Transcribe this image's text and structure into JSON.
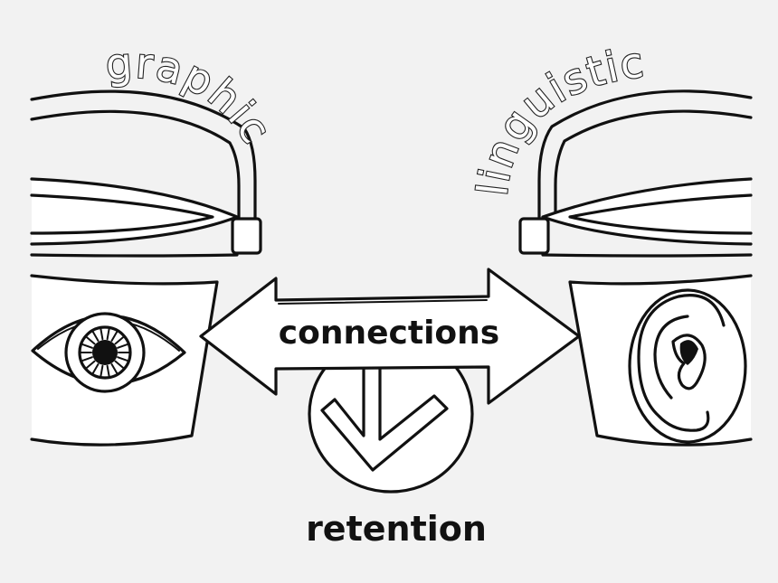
{
  "labels": {
    "left_bucket": "graphic",
    "right_bucket": "linguistic",
    "arrow": "connections",
    "bottom": "retention"
  },
  "icons": {
    "left": "eye-icon",
    "right": "ear-icon",
    "center": "down-arrow-icon"
  },
  "colors": {
    "background": "#f2f2f2",
    "ink": "#111111",
    "paper": "#ffffff"
  }
}
